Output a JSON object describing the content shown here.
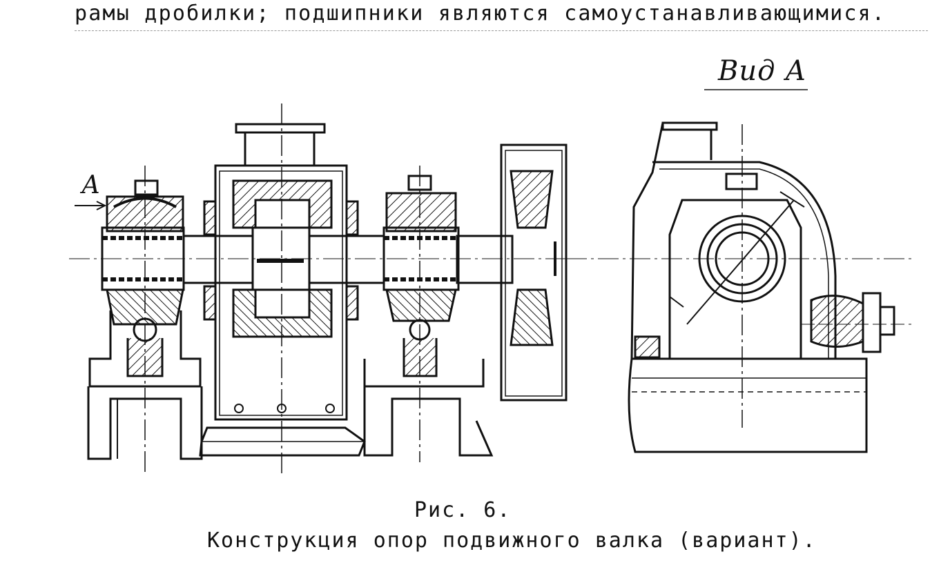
{
  "page": {
    "top_text": "рамы дробилки; подшипники являются самоустанавливающимися.",
    "view_label": "Вид А",
    "arrow_label": "А",
    "figure_number": "Рис. 6.",
    "figure_caption": "Конструкция опор подвижного валка (вариант)."
  },
  "colors": {
    "ink": "#111111",
    "paper": "#ffffff"
  }
}
